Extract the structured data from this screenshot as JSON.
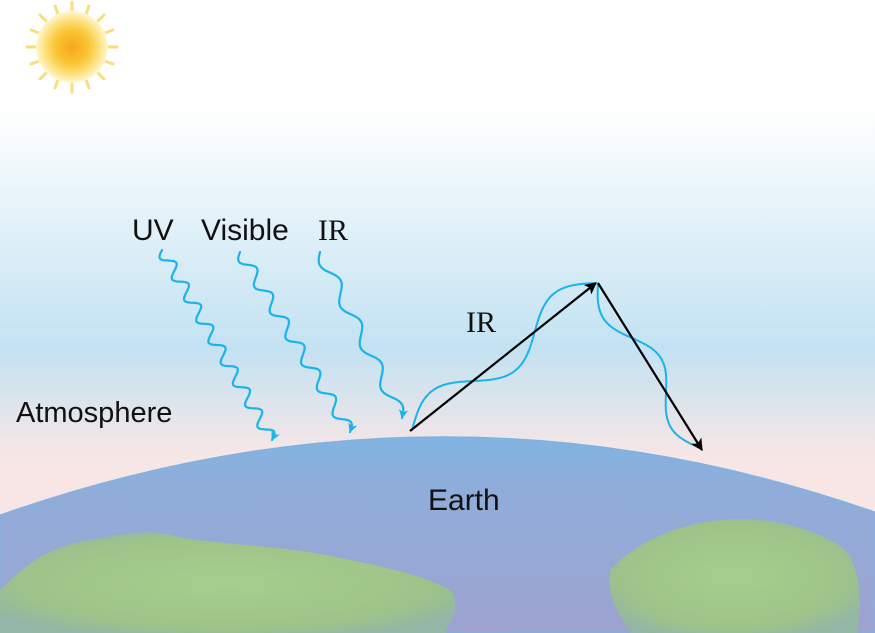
{
  "labels": {
    "uv": "UV",
    "visible": "Visible",
    "ir_incoming": "IR",
    "ir_reflected": "IR",
    "atmosphere": "Atmosphere",
    "earth": "Earth"
  },
  "colors": {
    "wave": "#1ab3ea",
    "arrow": "#000000",
    "earth": "#9aa6d2",
    "earth_edge": "#7fb1df",
    "land": "#9fc58c",
    "sun": "#f7c331",
    "sky_blue": "#c5e3f2",
    "sky_pink": "#fae4e4"
  }
}
